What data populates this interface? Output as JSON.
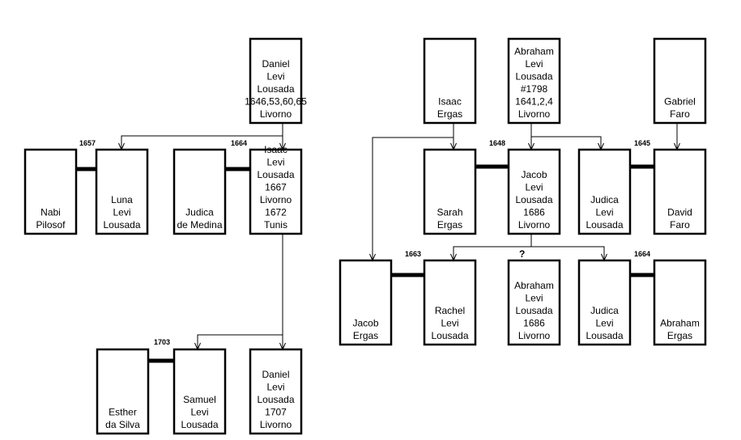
{
  "people": {
    "daniel_top": [
      "Daniel",
      "Levi",
      "Lousada",
      "1646,53,60,65",
      "Livorno"
    ],
    "nabi": [
      "Nabi",
      "Pilosof"
    ],
    "luna": [
      "Luna",
      "Levi",
      "Lousada"
    ],
    "judica_med": [
      "Judica",
      "de Medina"
    ],
    "isaac_levi": [
      "Isaac",
      "Levi",
      "Lousada",
      "1667",
      "Livorno",
      "1672",
      "Tunis"
    ],
    "esther": [
      "Esther",
      "da Silva"
    ],
    "samuel": [
      "Samuel",
      "Levi",
      "Lousada"
    ],
    "daniel_1707": [
      "Daniel",
      "Levi",
      "Lousada",
      "1707",
      "Livorno"
    ],
    "isaac_ergas": [
      "Isaac",
      "Ergas"
    ],
    "abraham_top": [
      "Abraham",
      "Levi",
      "Lousada",
      "#1798",
      "1641,2,4",
      "Livorno"
    ],
    "gabriel": [
      "Gabriel",
      "Faro"
    ],
    "sarah": [
      "Sarah",
      "Ergas"
    ],
    "jacob_levi": [
      "Jacob",
      "Levi",
      "Lousada",
      "1686",
      "Livorno"
    ],
    "judica_1": [
      "Judica",
      "Levi",
      "Lousada"
    ],
    "david": [
      "David",
      "Faro"
    ],
    "jacob_ergas": [
      "Jacob",
      "Ergas"
    ],
    "rachel": [
      "Rachel",
      "Levi",
      "Lousada"
    ],
    "abraham_1686": [
      "Abraham",
      "Levi",
      "Lousada",
      "1686",
      "Livorno"
    ],
    "judica_2": [
      "Judica",
      "Levi",
      "Lousada"
    ],
    "abraham_ergas": [
      "Abraham",
      "Ergas"
    ]
  },
  "marriages": {
    "nabi_luna": "1657",
    "judica_isaac": "1664",
    "esther_samuel": "1703",
    "sarah_jacob": "1648",
    "judica_david": "1645",
    "jacob_rachel": "1663",
    "judica_abraham": "1664"
  },
  "uncertain_mark": "?"
}
